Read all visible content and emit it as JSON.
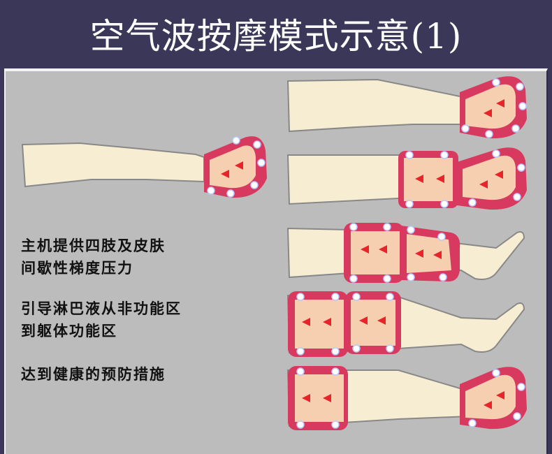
{
  "header": {
    "title": "空气波按摩模式示意(1)"
  },
  "captions": {
    "line1": "主机提供四肢及皮肤",
    "line2": "间歇性梯度压力",
    "line3": "引导淋巴液从非功能区",
    "line4": "到躯体功能区",
    "line5": "达到健康的预防措施"
  },
  "colors": {
    "header_bg": "#3b3758",
    "panel_bg": "#bcbcbc",
    "leg_fill": "#f7edd2",
    "cuff_border": "#d8395f",
    "cuff_inner": "#f6cfb0",
    "arrow": "#e8242a"
  },
  "diagrams": [
    {
      "name": "stage-0-foot",
      "active_chambers": [
        "foot"
      ]
    },
    {
      "name": "stage-1-foot",
      "active_chambers": [
        "foot"
      ]
    },
    {
      "name": "stage-2-foot-calf",
      "active_chambers": [
        "foot",
        "calf"
      ]
    },
    {
      "name": "stage-3-thigh-knee",
      "active_chambers": [
        "thigh",
        "knee"
      ]
    },
    {
      "name": "stage-4-thigh",
      "active_chambers": [
        "thigh",
        "thigh-upper"
      ]
    },
    {
      "name": "stage-5-thigh-foot",
      "active_chambers": [
        "thigh",
        "foot"
      ]
    }
  ]
}
